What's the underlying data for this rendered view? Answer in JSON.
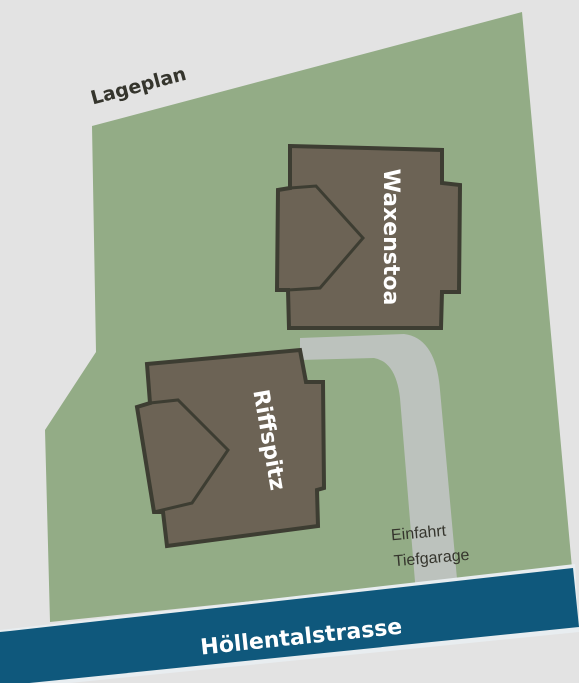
{
  "title": "Lageplan",
  "buildings": [
    {
      "name": "Waxenstoa"
    },
    {
      "name": "Riffspitz"
    }
  ],
  "driveway": {
    "line1": "Einfahrt",
    "line2": "Tiefgarage"
  },
  "street": {
    "name": "Höllentalstrasse"
  },
  "colors": {
    "background": "#e3e3e3",
    "plot": "#93ac86",
    "building_fill": "#6c6355",
    "building_outline": "#3d3d32",
    "driveway": "#bcc2bd",
    "street": "#0f587c",
    "street_edge": "#e8edf0",
    "text_dark": "#35352d",
    "text_light": "#ffffff"
  }
}
